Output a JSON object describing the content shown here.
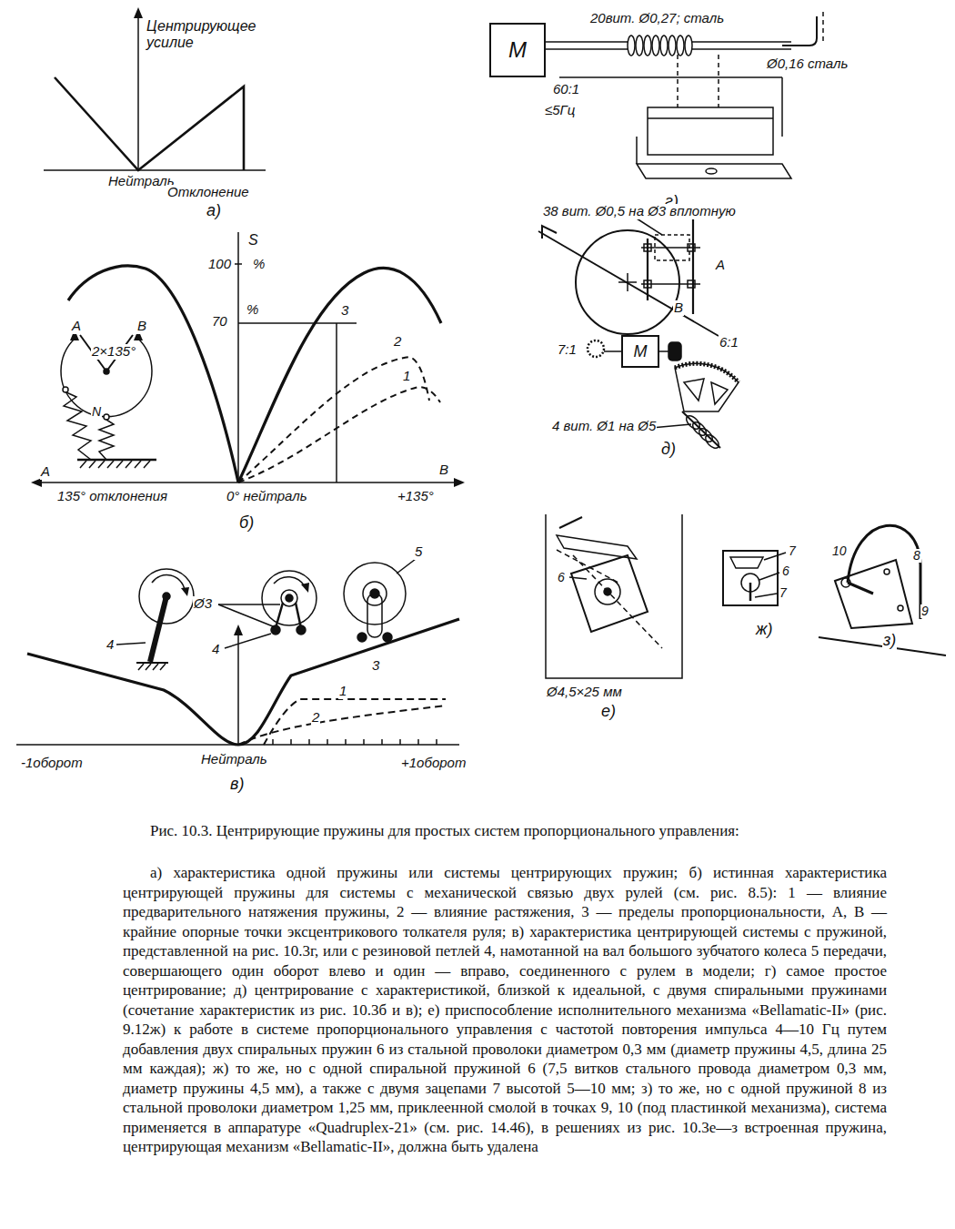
{
  "diagram": {
    "caption": "Рис. 10.3. Центрирующие пружины для простых систем пропорционального управления:",
    "nodes": [
      {
        "text": [
          "M"
        ]
      },
      {
        "text": [
          "M"
        ]
      }
    ],
    "labels": [
      "Центрирующее усилие",
      "Нейтраль",
      "Отклонение",
      "а)",
      "S",
      "100",
      "%",
      "%",
      "70",
      "3",
      "2×135°",
      "A",
      "B",
      "N",
      "2",
      "1",
      "A",
      "B",
      "135° отклонения",
      "0° нейтраль",
      "+135°",
      "б)",
      "4",
      "Ø3",
      "4",
      "5",
      "3",
      "1",
      "2",
      "-1оборот",
      "Нейтраль",
      "+1оборот",
      "в)",
      "20вит. Ø0,27; сталь",
      "60:1",
      "≤5Гц",
      "Ø0,16 сталь",
      "г)",
      "38 вит. Ø0,5 на Ø3 вплотную",
      "A",
      "B",
      "7:1",
      "6:1",
      "4 вит. Ø1 на Ø5",
      "д)",
      "6",
      "Ø4,5×25 мм",
      "е)",
      "7",
      "6",
      "7",
      "ж)",
      "10",
      "8",
      "9",
      "з)",
      "а) характеристика одной пружины или системы центрирующих пружин; б) истинная характеристика центрирующей пружины для системы с механической связью двух рулей (см. рис. 8.5): 1 — влияние предварительного натяжения пружины, 2 — влияние растяжения, 3 — пределы пропорциональности, A, B — крайние опорные точки эксцентрикового толкателя руля; в) характеристика центрирующей системы с пружиной, представленной на рис. 10.3г, или с резиновой петлей 4, намотанной на вал большого зубчатого колеса 5 передачи, совершающего один оборот влево и один — вправо, соединенного с рулем в модели; г) самое простое центрирование; д) центрирование с характеристикой, близкой к идеальной, с двумя спиральными пружинами (сочетание характеристик из рис. 10.3б и в); е) приспособление исполнительного механизма «Bellamatic-II» (рис. 9.12ж) к работе в системе пропорционального управления с частотой повторения импульса 4—10 Гц путем добавления двух спиральных пружин 6 из стальной проволоки диаметром 0,3 мм (диаметр пружины 4,5, длина 25 мм каждая); ж) то же, но с одной спиральной пружиной 6 (7,5 витков стального провода диаметром 0,3 мм, диаметр пружины 4,5 мм), а также с двумя зацепами 7 высотой 5—10 мм; з) то же, но с одной пружиной 8 из стальной проволоки диаметром 1,25 мм, приклеенной смолой в точках 9, 10 (под пластинкой механизма), система применяется в аппаратуре «Quadruplex-21» (см. рис. 14.46), в решениях из рис. 10.3е—з встроенная пружина, центрирующая механизм «Bellamatic-II», должна быть удалена"
    ]
  }
}
